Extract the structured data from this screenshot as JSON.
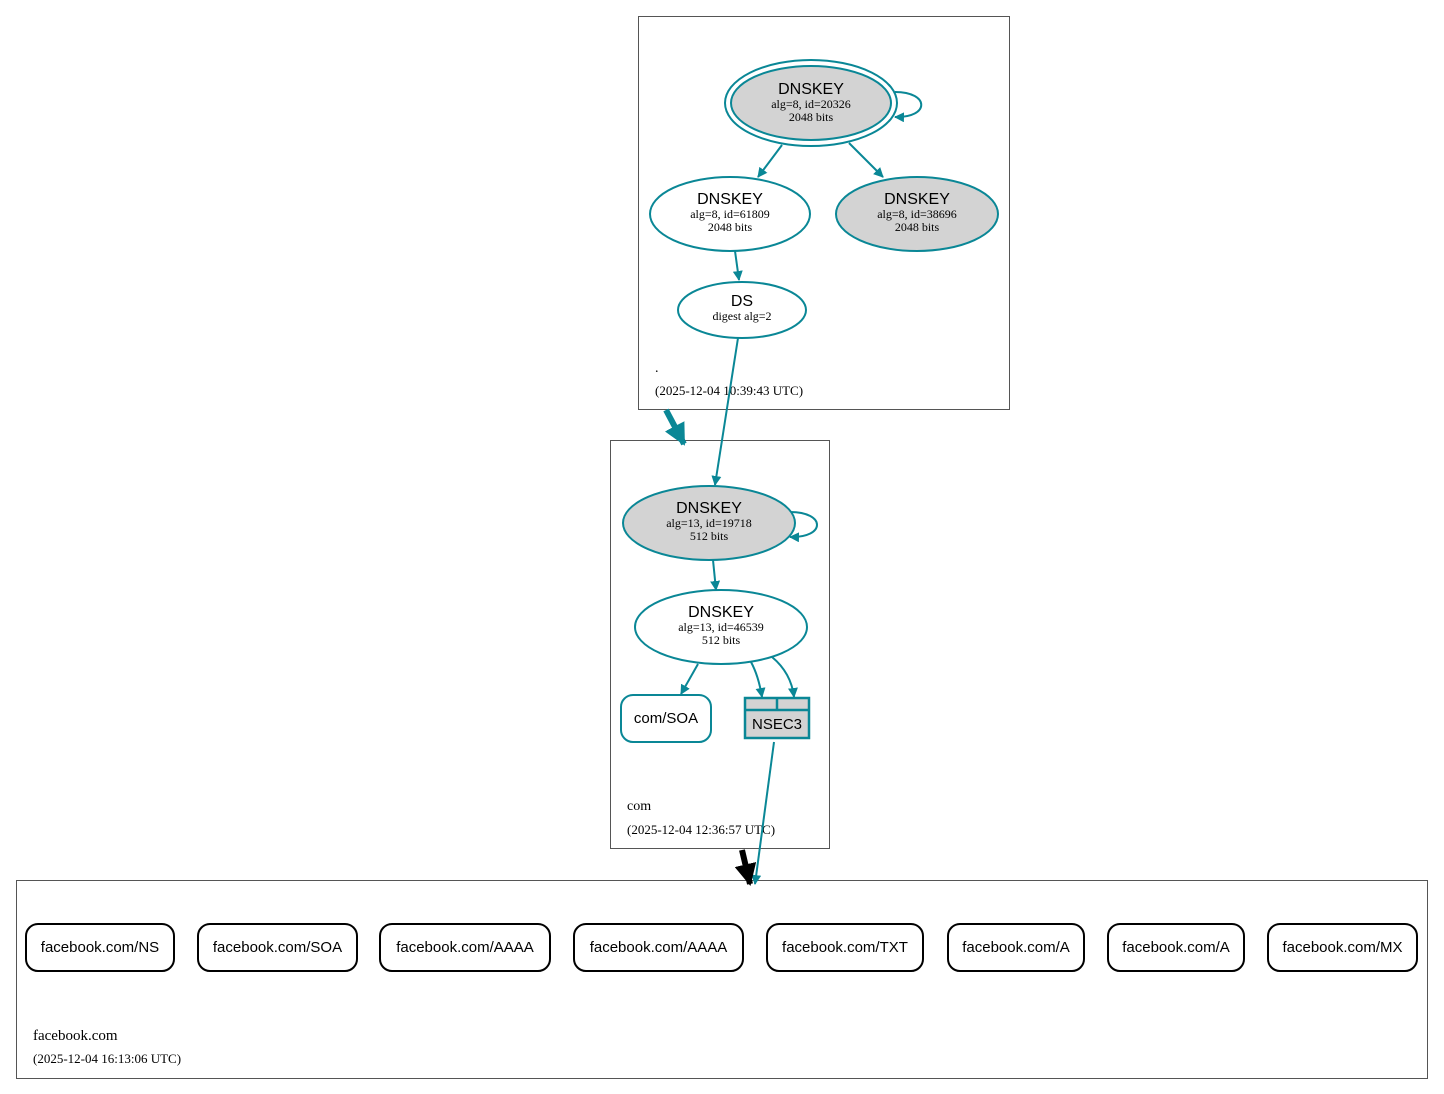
{
  "zones": {
    "root": {
      "name": ".",
      "timestamp": "(2025-12-04 10:39:43 UTC)"
    },
    "com": {
      "name": "com",
      "timestamp": "(2025-12-04 12:36:57 UTC)"
    },
    "facebook": {
      "name": "facebook.com",
      "timestamp": "(2025-12-04 16:13:06 UTC)"
    }
  },
  "nodes": {
    "root_ksk": {
      "title": "DNSKEY",
      "line1": "alg=8, id=20326",
      "line2": "2048 bits"
    },
    "root_zsk": {
      "title": "DNSKEY",
      "line1": "alg=8, id=61809",
      "line2": "2048 bits"
    },
    "root_key2": {
      "title": "DNSKEY",
      "line1": "alg=8, id=38696",
      "line2": "2048 bits"
    },
    "ds": {
      "title": "DS",
      "line1": "digest alg=2"
    },
    "com_ksk": {
      "title": "DNSKEY",
      "line1": "alg=13, id=19718",
      "line2": "512 bits"
    },
    "com_zsk": {
      "title": "DNSKEY",
      "line1": "alg=13, id=46539",
      "line2": "512 bits"
    },
    "com_soa": {
      "label": "com/SOA"
    },
    "nsec3": {
      "label": "NSEC3"
    }
  },
  "records": [
    "facebook.com/NS",
    "facebook.com/SOA",
    "facebook.com/AAAA",
    "facebook.com/AAAA",
    "facebook.com/TXT",
    "facebook.com/A",
    "facebook.com/A",
    "facebook.com/MX"
  ],
  "colors": {
    "edge": "#0a8796",
    "grey_fill": "#d3d3d3",
    "zone_border": "#555555",
    "black": "#000000"
  }
}
